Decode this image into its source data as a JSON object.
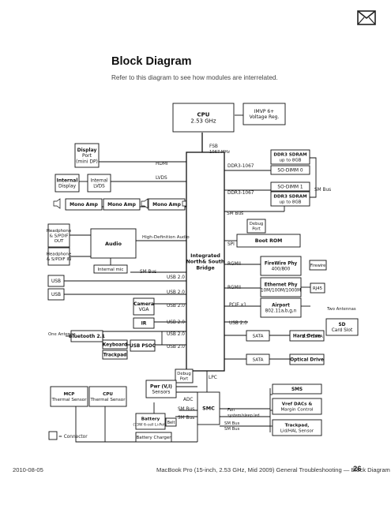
{
  "page": {
    "title": "Block Diagram",
    "intro": "Refer to this diagram to see how modules are interrelated.",
    "footer_date": "2010-08-05",
    "footer_text": "MacBook Pro (15-inch, 2.53 GHz, Mid 2009) General Troubleshooting — Block Diagram",
    "page_number": "26"
  },
  "icons": {
    "mail": "envelope-icon"
  },
  "diagram": {
    "boxes": {
      "cpu": [
        "CPU",
        "2.53 GHz"
      ],
      "imvp": [
        "IMVP 6+",
        "Voltage Reg."
      ],
      "display_port": [
        "Display",
        "Port",
        "(mini DP)"
      ],
      "internal_display": [
        "Internal",
        "Display"
      ],
      "internal_lvds": [
        "Internal",
        "LVDS"
      ],
      "mono_amp_1": [
        "Mono Amp"
      ],
      "mono_amp_2": [
        "Mono Amp"
      ],
      "mono_amp_3": [
        "Mono Amp"
      ],
      "headphone_out": [
        "Headphone",
        "& S/PDIF",
        "OUT"
      ],
      "headphone_in": [
        "Headphone",
        "& S/PDIF IN"
      ],
      "audio": [
        "Audio"
      ],
      "internal_mic": [
        "Internal mic"
      ],
      "usb_1": [
        "USB"
      ],
      "usb_2": [
        "USB"
      ],
      "bluetooth": [
        "Bluetooth 2.1"
      ],
      "camera": [
        "Camera",
        "VGA"
      ],
      "ir": [
        "IR"
      ],
      "keyboard": [
        "Keyboard"
      ],
      "trackpad": [
        "Trackpad"
      ],
      "usb_psoc": [
        "USB PSOC"
      ],
      "chipset": [
        "Integrated",
        "North& South",
        "Bridge"
      ],
      "ddr3_top": [
        "DDR3 SDRAM",
        "up to 8GB"
      ],
      "sodimm_0": [
        "SO-DIMM 0"
      ],
      "sodimm_1": [
        "SO-DIMM 1"
      ],
      "ddr3_bottom": [
        "DDR3 SDRAM",
        "up to 8GB"
      ],
      "debug_port_1": [
        "Debug",
        "Port"
      ],
      "boot_rom": [
        "Boot ROM"
      ],
      "firewire": [
        "FireWire Phy",
        "400/800"
      ],
      "fw_conn": [
        "Firewire"
      ],
      "ethernet": [
        "Ethernet Phy",
        "10M/100M/1000M"
      ],
      "rj45": [
        "RJ45"
      ],
      "airport": [
        "Airport",
        "802.11a,b,g,n"
      ],
      "sd_card": [
        "SD",
        "Card Slot"
      ],
      "sata_1": [
        "SATA"
      ],
      "hard_drive": [
        "Hard Drive"
      ],
      "sata_2": [
        "SATA"
      ],
      "optical": [
        "Optical Drive"
      ],
      "debug_port_2": [
        "Debug",
        "Port"
      ],
      "pwr_sensors": [
        "Pwr (V,I)",
        "Sensors"
      ],
      "smc": [
        "SMC"
      ],
      "sms": [
        "SMS"
      ],
      "vref": [
        "Vref DACs &",
        "Margin Control"
      ],
      "trackpad_lid": [
        "Trackpad,",
        "Lid/HAL Sensor"
      ],
      "mcp_sensor": [
        "MCP",
        "Thermal Sensor"
      ],
      "cpu_sensor": [
        "CPU",
        "Thermal Sensor"
      ],
      "battery": [
        "Battery",
        "(73W 6-cell Li-Poly)"
      ],
      "belt": [
        "Belt"
      ],
      "battery_charger": [
        "Battery Charger"
      ],
      "connector_key": [
        ""
      ]
    },
    "labels": {
      "fsb": "FSB",
      "fsb_speed": "1067 MHz",
      "hdmi": "HDMI",
      "lvds": "LVDS",
      "ddr3_1067_a": "DDR3-1067",
      "ddr3_1067_b": "DDR3-1067",
      "sm_bus_ddr": "SM Bus",
      "sm_bus_chip": "SM Bus",
      "hd_audio": "High-Definition Audio",
      "sm_bus_audio": "SM Bus",
      "spi": "SPI",
      "rgmii_1": "RGMII",
      "rgmii_2": "RGMII",
      "pcie": "PCIE x1",
      "usb20_a": "USB 2.0",
      "usb20_b": "USB 2.0",
      "usb20_c": "USB 2.0",
      "usb20_d": "USB 2.0",
      "usb20_e": "USB 2.0",
      "usb20_f": "USB 2.0",
      "usb20_g": "USB 2.0",
      "two_antennas": "Two Antennas",
      "one_antenna": "One Antenna",
      "sata_25": "2.5\" SATA",
      "lpc": "LPC",
      "adc": "ADC",
      "sm_bus_pwr": "SM Bus",
      "sm_bus_batt": "SM Bus",
      "fan": "Fan",
      "sys_led": "system/sleep led",
      "sm_bus_smc1": "SM Bus",
      "sm_bus_smc2": "SM Bus",
      "connector_legend": "= Connector"
    }
  }
}
